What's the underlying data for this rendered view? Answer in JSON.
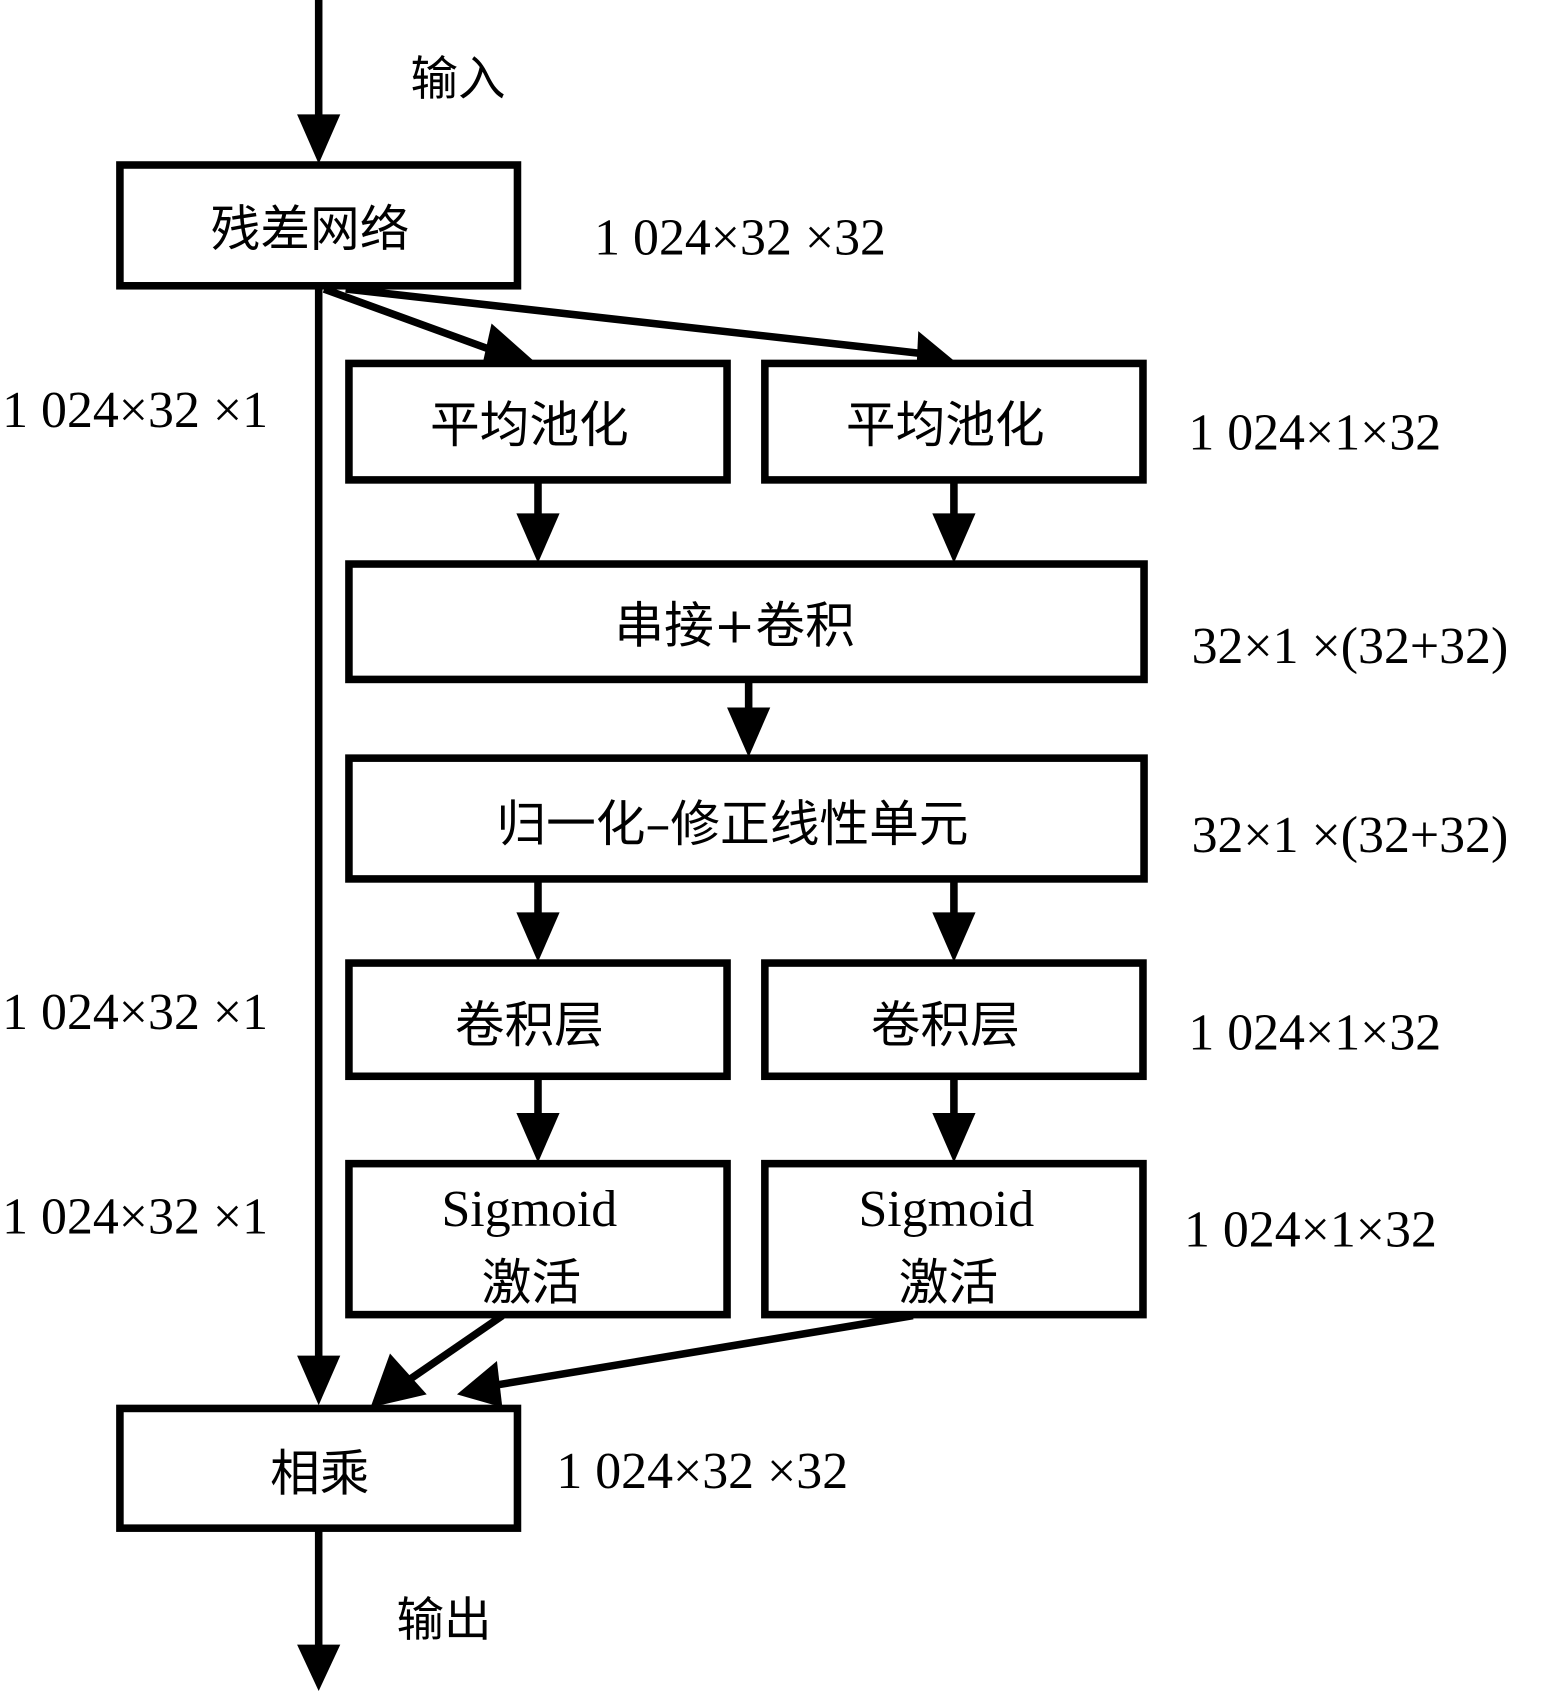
{
  "diagram": {
    "input_label": "输入",
    "output_label": "输出",
    "nodes": {
      "residual": "残差网络",
      "pool_left": "平均池化",
      "pool_right": "平均池化",
      "concat_conv": "串接+卷积",
      "bn_relu": "归一化–修正线性单元",
      "conv_left": "卷积层",
      "conv_right": "卷积层",
      "sigmoid_left_line1": "Sigmoid",
      "sigmoid_left_line2": "激活",
      "sigmoid_right_line1": "Sigmoid",
      "sigmoid_right_line2": "激活",
      "multiply": "相乘"
    },
    "dimensions": {
      "residual_out": "1 024×32 ×32",
      "left_pool": "1 024×32 ×1",
      "right_pool": "1 024×1×32",
      "concat_conv": "32×1 ×(32+32)",
      "bn_relu": "32×1 ×(32+32)",
      "left_conv": "1 024×32 ×1",
      "right_conv": "1 024×1×32",
      "left_sigmoid": "1 024×32 ×1",
      "right_sigmoid": "1 024×1×32",
      "multiply_out": "1 024×32 ×32"
    }
  }
}
